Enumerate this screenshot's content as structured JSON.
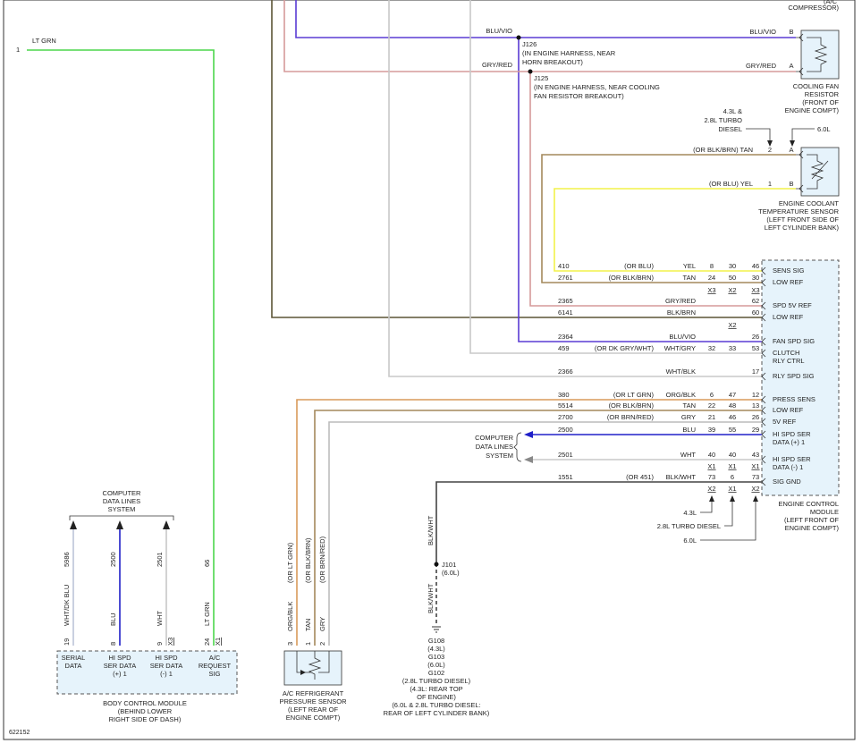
{
  "figure_id": "622152",
  "colors": {
    "lt_grn": "#4cd64c",
    "blu_vio": "#5a3bd4",
    "gry_red": "#d59a9a",
    "tan": "#a4895c",
    "yel": "#f2f24a",
    "org_blk": "#d89a5a",
    "gry": "#bcbcbc",
    "blu": "#2020c8",
    "wht": "#d9d9d9",
    "blk_wht": "#444444",
    "blk_brn": "#5c5536"
  },
  "ac_compressor_label": "(A/C\nCOMPRESSOR)",
  "wire_1": {
    "pin": "1",
    "color": "LT GRN"
  },
  "j126": {
    "wire": "BLU/VIO",
    "id": "J126",
    "desc": [
      "(IN ENGINE HARNESS, NEAR",
      "HORN BREAKOUT)"
    ]
  },
  "j125": {
    "wire": "GRY/RED",
    "id": "J125",
    "desc": [
      "(IN ENGINE HARNESS, NEAR COOLING",
      "FAN RESISTOR BREAKOUT)"
    ]
  },
  "cooling_fan_resistor": {
    "pin_b": "B",
    "pin_a": "A",
    "wire_b": "BLU/VIO",
    "wire_a": "GRY/RED",
    "label": [
      "COOLING FAN",
      "RESISTOR",
      "(FRONT OF",
      "ENGINE COMPT)"
    ]
  },
  "ect_sensor": {
    "engine_note": [
      "4.3L &",
      "2.8L TURBO",
      "DIESEL"
    ],
    "engine_note_60": "6.0L",
    "tan_label": "(OR BLK/BRN)  TAN",
    "tan_pin": "2",
    "pin_a": "A",
    "yel_label": "(OR BLU)  YEL",
    "yel_pin": "1",
    "pin_b": "B",
    "label": [
      "ENGINE COOLANT",
      "TEMPERATURE SENSOR",
      "(LEFT FRONT SIDE OF",
      "LEFT CYLINDER BANK)"
    ]
  },
  "ecm": {
    "label": [
      "ENGINE CONTROL",
      "MODULE",
      "(LEFT FRONT OF",
      "ENGINE COMPT)"
    ],
    "pins": [
      {
        "circuit": "410",
        "alt": "(OR BLU)",
        "color": "YEL",
        "p1": "8",
        "p2": "30",
        "p3": "46",
        "func": "SENS SIG"
      },
      {
        "circuit": "2761",
        "alt": "(OR BLK/BRN)",
        "color": "TAN",
        "p1": "24",
        "p2": "50",
        "p3": "30",
        "func": "LOW REF"
      },
      {
        "circuit": "2365",
        "alt": "",
        "color": "GRY/RED",
        "p1": "",
        "p2": "",
        "p3": "62",
        "func": "SPD 5V REF"
      },
      {
        "circuit": "6141",
        "alt": "",
        "color": "BLK/BRN",
        "p1": "",
        "p2": "",
        "p3": "60",
        "func": "LOW REF"
      },
      {
        "circuit": "2364",
        "alt": "",
        "color": "BLU/VIO",
        "p1": "",
        "p2": "",
        "p3": "26",
        "func": "FAN SPD SIG"
      },
      {
        "circuit": "459",
        "alt": "(OR DK GRY/WHT)",
        "color": "WHT/GRY",
        "p1": "32",
        "p2": "33",
        "p3": "53",
        "func": "CLUTCH\nRLY CTRL"
      },
      {
        "circuit": "2366",
        "alt": "",
        "color": "WHT/BLK",
        "p1": "",
        "p2": "",
        "p3": "17",
        "func": "RLY SPD SIG"
      },
      {
        "circuit": "380",
        "alt": "(OR LT GRN)",
        "color": "ORG/BLK",
        "p1": "6",
        "p2": "47",
        "p3": "12",
        "func": "PRESS SENS"
      },
      {
        "circuit": "5514",
        "alt": "(OR BLK/BRN)",
        "color": "TAN",
        "p1": "22",
        "p2": "48",
        "p3": "13",
        "func": "LOW REF"
      },
      {
        "circuit": "2700",
        "alt": "(OR BRN/RED)",
        "color": "GRY",
        "p1": "21",
        "p2": "46",
        "p3": "26",
        "func": "5V REF"
      },
      {
        "circuit": "2500",
        "alt": "",
        "color": "BLU",
        "p1": "39",
        "p2": "55",
        "p3": "29",
        "func": "HI SPD SER\nDATA (+) 1"
      },
      {
        "circuit": "2501",
        "alt": "",
        "color": "WHT",
        "p1": "40",
        "p2": "40",
        "p3": "43",
        "func": "HI SPD SER\nDATA (-) 1"
      },
      {
        "circuit": "1551",
        "alt": "(OR 451)",
        "color": "BLK/WHT",
        "p1": "73",
        "p2": "6",
        "p3": "73",
        "func": "SIG GND"
      }
    ],
    "conn_top": [
      "X3",
      "X2",
      "X3"
    ],
    "conn_x2": "X2",
    "conn_mid": [
      "X1",
      "X1",
      "X1"
    ],
    "conn_bot": [
      "X2",
      "X1",
      "X2"
    ],
    "engine_keys": [
      "4.3L",
      "2.8L TURBO DIESEL",
      "6.0L"
    ]
  },
  "computer_data_lines_right": [
    "COMPUTER",
    "DATA LINES",
    "SYSTEM"
  ],
  "computer_data_lines_left": [
    "COMPUTER",
    "DATA LINES",
    "SYSTEM"
  ],
  "bcm": {
    "label": [
      "BODY CONTROL MODULE",
      "(BEHIND LOWER",
      "RIGHT SIDE OF DASH)"
    ],
    "pins": [
      {
        "circuit": "5986",
        "color": "WHT/DK BLU",
        "pin": "19",
        "conn": "",
        "func": [
          "SERIAL",
          "DATA"
        ]
      },
      {
        "circuit": "2500",
        "color": "BLU",
        "pin": "8",
        "conn": "",
        "func": [
          "HI SPD",
          "SER DATA",
          "(+) 1"
        ]
      },
      {
        "circuit": "2501",
        "color": "WHT",
        "pin": "9",
        "conn": "X3",
        "func": [
          "HI SPD",
          "SER DATA",
          "(-) 1"
        ]
      },
      {
        "circuit": "66",
        "color": "LT GRN",
        "pin": "24",
        "conn": "X1",
        "func": [
          "A/C",
          "REQUEST",
          "SIG"
        ]
      }
    ]
  },
  "ac_pressure_sensor": {
    "wires": [
      {
        "pin": "3",
        "color": "ORG/BLK",
        "alt": "(OR LT GRN)"
      },
      {
        "pin": "1",
        "color": "TAN",
        "alt": "(OR BLK/BRN)"
      },
      {
        "pin": "2",
        "color": "GRY",
        "alt": "(OR BRN/RED)"
      }
    ],
    "label": [
      "A/C REFRIGERANT",
      "PRESSURE SENSOR",
      "(LEFT REAR OF",
      "ENGINE COMPT)"
    ]
  },
  "ground": {
    "wire_top": "BLK/WHT",
    "splice": "J101",
    "splice_note": "(6.0L)",
    "wire_bot": "BLK/WHT",
    "label": [
      "G108",
      "(4.3L)",
      "G103",
      "(6.0L)",
      "G102",
      "(2.8L TURBO DIESEL)",
      "(4.3L: REAR TOP",
      "OF ENGINE)",
      "(6.0L & 2.8L TURBO DIESEL:",
      "REAR OF LEFT CYLINDER BANK)"
    ]
  }
}
